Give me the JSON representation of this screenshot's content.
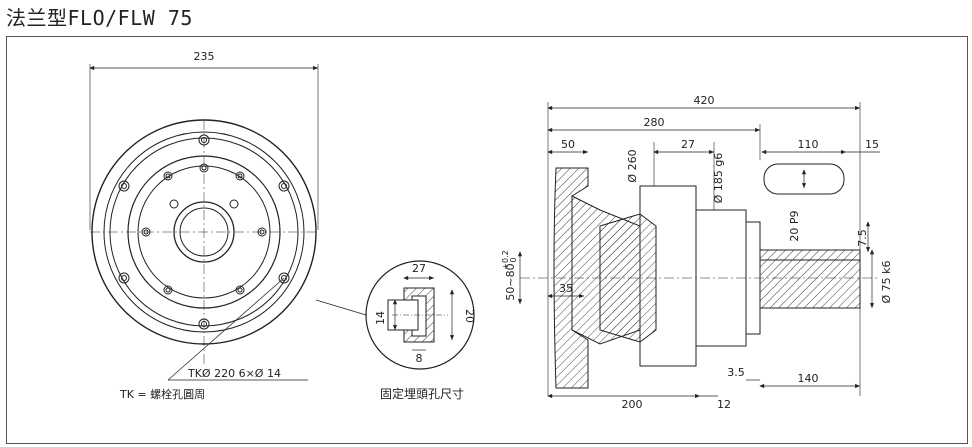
{
  "title": {
    "main": "法兰型",
    "sub": "FLO/FLW 75"
  },
  "front_view": {
    "overall_width": "235",
    "bolt_circle": "TKØ 220  6×Ø 14",
    "legend": "TK  =  螺栓孔圓周"
  },
  "detail_view": {
    "top": "27",
    "left": "14",
    "right": "20",
    "bottom": "8",
    "caption": "固定埋頭孔尺寸"
  },
  "side_view": {
    "overall_length": "420",
    "body_length": "280",
    "flange_thickness": "50",
    "dia_260": "Ø 260",
    "width_27": "27",
    "dia_185": "Ø 185 g6",
    "key_length": "110",
    "shaft_end": "15",
    "keyway": "20 P9",
    "key_depth": "7.5",
    "shaft_dia": "Ø 75 k6",
    "bore": "50~80",
    "tol_upper": "+0.2",
    "tol_lower": "0",
    "depth_35": "35",
    "dim_200": "200",
    "dim_12": "12",
    "dim_35b": "3.5",
    "dim_140": "140"
  }
}
